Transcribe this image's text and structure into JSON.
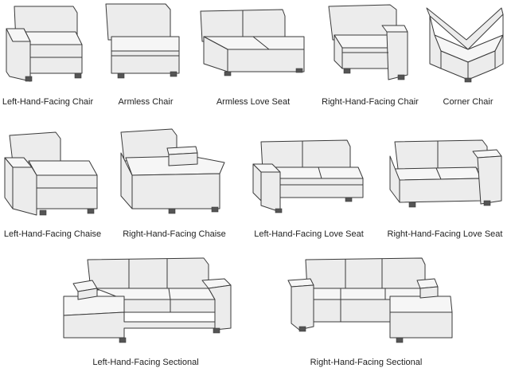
{
  "pieces": [
    {
      "id": "lhf-chair",
      "label": "Left-Hand-Facing Chair"
    },
    {
      "id": "armless-chair",
      "label": "Armless Chair"
    },
    {
      "id": "armless-love-seat",
      "label": "Armless Love Seat"
    },
    {
      "id": "rhf-chair",
      "label": "Right-Hand-Facing Chair"
    },
    {
      "id": "corner-chair",
      "label": "Corner Chair"
    },
    {
      "id": "lhf-chaise",
      "label": "Left-Hand-Facing Chaise"
    },
    {
      "id": "rhf-chaise",
      "label": "Right-Hand-Facing Chaise"
    },
    {
      "id": "lhf-love-seat",
      "label": "Left-Hand-Facing Love Seat"
    },
    {
      "id": "rhf-love-seat",
      "label": "Right-Hand-Facing Love Seat"
    },
    {
      "id": "lhf-sectional",
      "label": "Left-Hand-Facing Sectional"
    },
    {
      "id": "rhf-sectional",
      "label": "Right-Hand-Facing Sectional"
    }
  ]
}
